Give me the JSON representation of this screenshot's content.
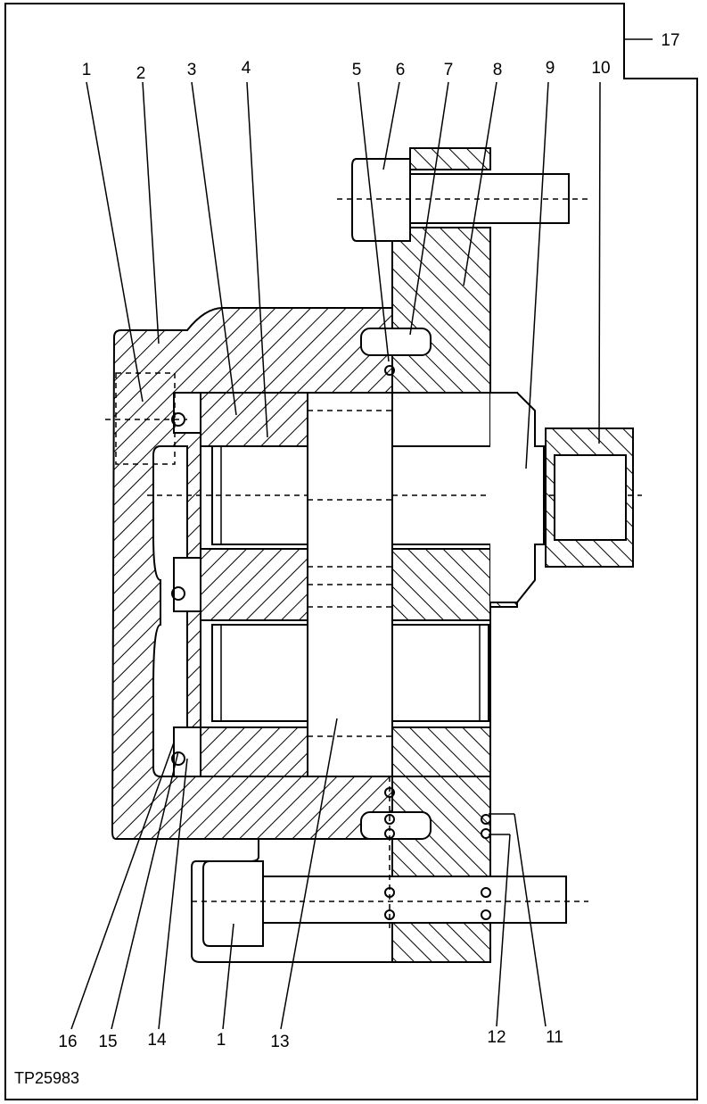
{
  "figure": {
    "id": "TP25983",
    "callouts": {
      "c1a": "1",
      "c2": "2",
      "c3": "3",
      "c4": "4",
      "c5": "5",
      "c6": "6",
      "c7": "7",
      "c8": "8",
      "c9": "9",
      "c10": "10",
      "c17": "17",
      "c16": "16",
      "c15": "15",
      "c14": "14",
      "c1b": "1",
      "c13": "13",
      "c12": "12",
      "c11": "11"
    }
  }
}
